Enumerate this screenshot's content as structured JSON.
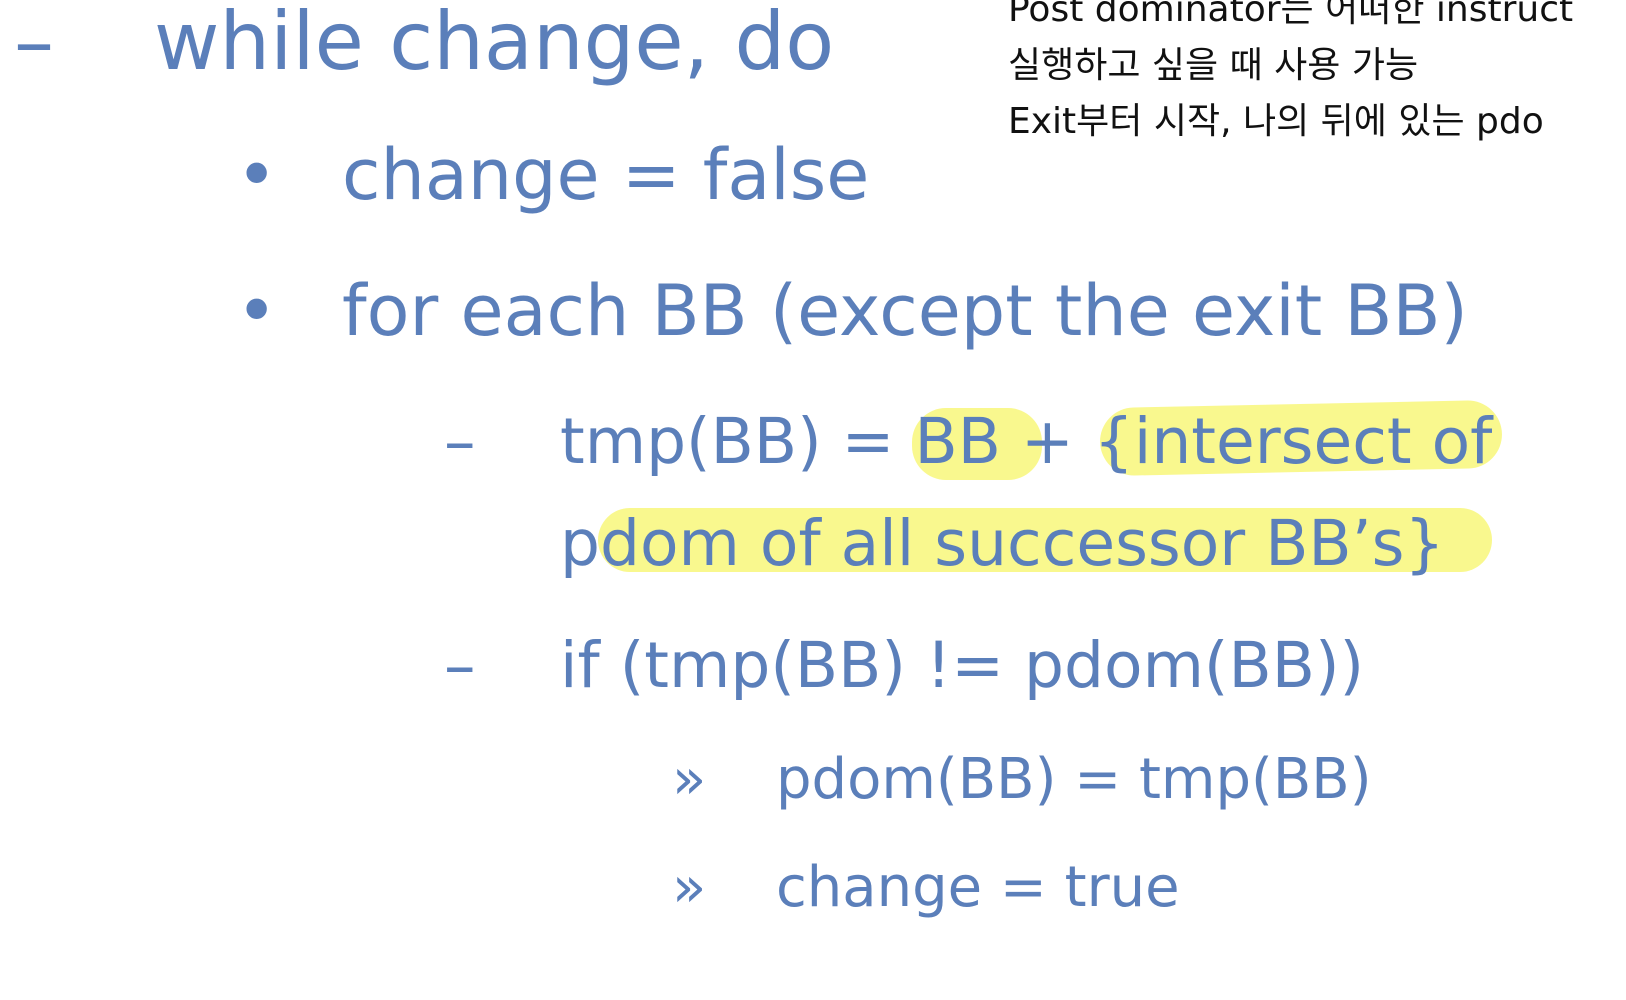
{
  "slide": {
    "lines": [
      {
        "marker": "–",
        "text": "while change, do"
      },
      {
        "marker": "•",
        "text": "change = false"
      },
      {
        "marker": "•",
        "text": "for each BB (except the exit BB)"
      },
      {
        "marker": "–",
        "text": "tmp(BB) = BB + {intersect of"
      },
      {
        "marker": "",
        "text": "pdom of all successor BB’s}"
      },
      {
        "marker": "–",
        "text": "if (tmp(BB) != pdom(BB))"
      },
      {
        "marker": "»",
        "text": "pdom(BB) = tmp(BB)"
      },
      {
        "marker": "»",
        "text": "change = true"
      }
    ],
    "colors": {
      "text": "#5b7fba",
      "highlight": "#f8f77a",
      "note_text": "#111111"
    }
  },
  "note": {
    "lines": [
      "Post dominator는 어떠한 instruct",
      "실행하고 싶을 때 사용 가능",
      "Exit부터 시작, 나의 뒤에 있는 pdo"
    ]
  }
}
